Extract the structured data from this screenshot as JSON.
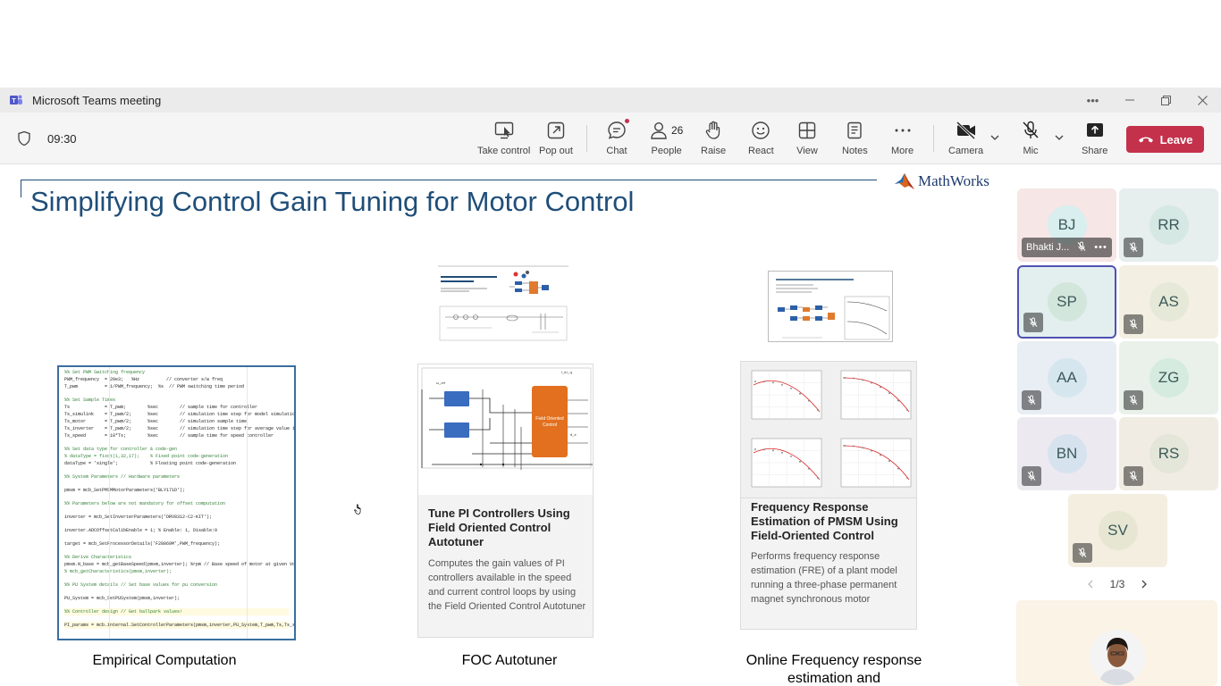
{
  "window": {
    "title": "Microsoft Teams meeting"
  },
  "toolbar": {
    "timer": "09:30",
    "take_control": "Take control",
    "pop_out": "Pop out",
    "chat": "Chat",
    "people": "People",
    "people_count": "26",
    "raise": "Raise",
    "react": "React",
    "view": "View",
    "notes": "Notes",
    "more": "More",
    "camera": "Camera",
    "mic": "Mic",
    "share": "Share",
    "leave": "Leave"
  },
  "slide": {
    "title": "Simplifying Control Gain Tuning for Motor Control",
    "logo_text": "MathWorks",
    "captions": {
      "empirical": "Empirical Computation",
      "foc": "FOC Autotuner",
      "online_line1": "Online Frequency response",
      "online_line2": "estimation and"
    },
    "card_foc": {
      "title": "Tune PI Controllers Using Field Oriented Control Autotuner",
      "desc": "Computes the gain values of PI controllers available in the speed and current control loops by using the Field Oriented Control Autotuner"
    },
    "card_fre": {
      "title": "Frequency Response Estimation of PMSM Using Field-Oriented Control",
      "desc": "Performs frequency response estimation (FRE) of a plant model running a three-phase permanent magnet synchronous motor"
    },
    "code": [
      {
        "t": "%% Set PWM Switching frequency",
        "c": true
      },
      {
        "t": "PWM_frequency  = 20e3;   %Hz          // converter s/w freq"
      },
      {
        "t": "T_pwm          = 1/PWM_frequency;  %s  // PWM switching time period"
      },
      {
        "gap": true
      },
      {
        "t": "%% Set Sample Times",
        "c": true
      },
      {
        "t": "Ts             = T_pwm;        %sec        // sample time for controller"
      },
      {
        "t": "Ts_simulink    = T_pwm/2;      %sec        // simulation time step for model simulation"
      },
      {
        "t": "Ts_motor       = T_pwm/2;      %sec        // simulation sample time"
      },
      {
        "t": "Ts_inverter    = T_pwm/2;      %sec        // simulation time step for average value inverter"
      },
      {
        "t": "Ts_speed       = 10*Ts;        %sec        // sample time for speed controller"
      },
      {
        "gap": true
      },
      {
        "t": "%% Set data type for controller & code-gen",
        "c": true
      },
      {
        "t": "% dataType = fixdt(1,32,17);    % Fixed point code-generation",
        "c": true
      },
      {
        "t": "dataType = 'single';            % Floating point code-generation"
      },
      {
        "gap": true
      },
      {
        "t": "%% System Parameters // Hardware parameters",
        "c": true
      },
      {
        "gap": true
      },
      {
        "t": "pmsm = mcb_SetPMSMMotorParameters('BLY171D');"
      },
      {
        "gap": true
      },
      {
        "t": "%% Parameters below are not mandatory for offset computation",
        "c": true
      },
      {
        "gap": true
      },
      {
        "t": "inverter = mcb_SetInverterParameters('DRV8312-C2-KIT');"
      },
      {
        "gap": true
      },
      {
        "t": "inverter.ADCOffsetCalibEnable = 1; % Enable: 1, Disable:0"
      },
      {
        "gap": true
      },
      {
        "t": "target = mcb_SetProcessorDetails('F28069M',PWM_frequency);"
      },
      {
        "gap": true
      },
      {
        "t": "%% Derive Characteristics",
        "c": true
      },
      {
        "t": "pmsm.N_base = mcb_getBaseSpeed(pmsm,inverter); %rpm // Base speed of motor at given Vdc"
      },
      {
        "t": "% mcb_getCharacteristics(pmsm,inverter);",
        "c": true
      },
      {
        "gap": true
      },
      {
        "t": "%% PU System details // Set base values for pu conversion",
        "c": true
      },
      {
        "gap": true
      },
      {
        "t": "PU_System = mcb_SetPUSystem(pmsm,inverter);"
      },
      {
        "gap": true
      },
      {
        "t": "%% Controller design // Get ballpark values!",
        "c": true,
        "h": true
      },
      {
        "gap": true
      },
      {
        "t": "PI_params = mcb.internal.SetControllerParameters(pmsm,inverter,PU_System,T_pwm,Ts,Ts_speed);",
        "h": true
      }
    ]
  },
  "participants": {
    "tiles": [
      {
        "initials": "BJ",
        "name": "Bhakti J...",
        "bg": "#f6e6e6",
        "av": "#d9eeee"
      },
      {
        "initials": "RR",
        "bg": "#e6eeee",
        "av": "#d6e8e4"
      },
      {
        "initials": "SP",
        "bg": "#e3efef",
        "av": "#d3e6dc"
      },
      {
        "initials": "AS",
        "bg": "#f3efe2",
        "av": "#e6e9d8"
      },
      {
        "initials": "AA",
        "bg": "#e8eef3",
        "av": "#d6e6ee"
      },
      {
        "initials": "ZG",
        "bg": "#e9f1ea",
        "av": "#d5ebe0"
      },
      {
        "initials": "BN",
        "bg": "#ece9f1",
        "av": "#d6e3ee"
      },
      {
        "initials": "RS",
        "bg": "#f1ece3",
        "av": "#e3e6d8"
      },
      {
        "initials": "SV",
        "bg": "#f3eee0",
        "av": "#e6e6d3"
      }
    ],
    "pager": "1/3"
  }
}
